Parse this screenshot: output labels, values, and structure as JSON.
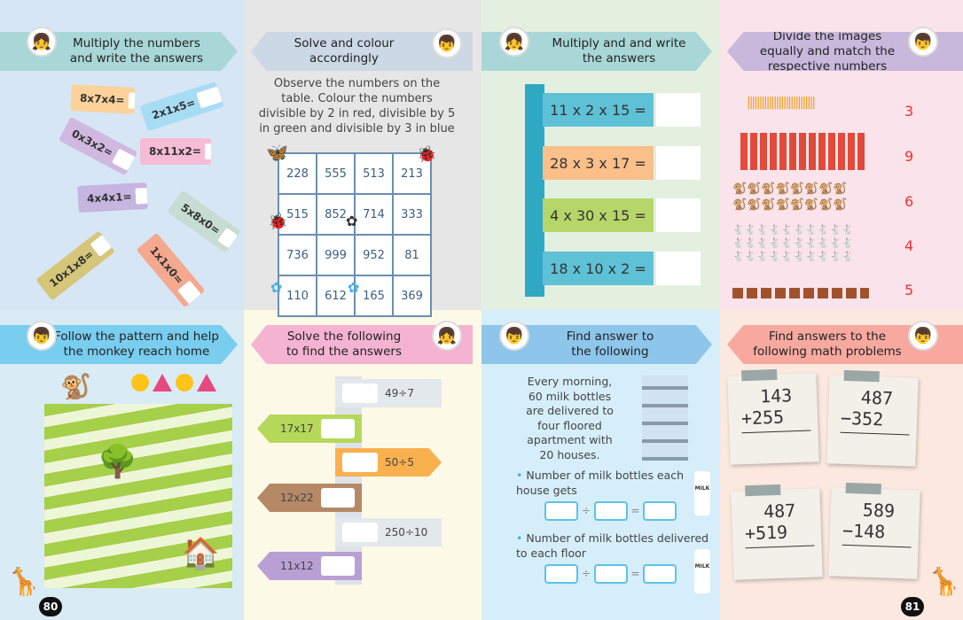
{
  "pages": {
    "left": "80",
    "right": "81"
  },
  "sections": [
    {
      "title": "Multiply the numbers and write the answers",
      "tags": [
        "8x7x4=",
        "2x1x5=",
        "0x3x2=",
        "8x11x2=",
        "4x4x1=",
        "5x8x0=",
        "10x1x8=",
        "1x1x0="
      ]
    },
    {
      "title": "Solve and colour accordingly",
      "instructions": "Observe the numbers on the table. Colour the numbers divisible by 2 in red, divisible by 5 in green and divisible by 3 in blue",
      "grid": [
        [
          "228",
          "555",
          "513",
          "213"
        ],
        [
          "515",
          "852",
          "714",
          "333"
        ],
        [
          "736",
          "999",
          "952",
          "81"
        ],
        [
          "110",
          "612",
          "165",
          "369"
        ]
      ]
    },
    {
      "title": "Multiply and and write the answers",
      "equations": [
        "11 x 2 x 15 =",
        "28 x 3 x 17 =",
        "4 x 30 x 15 =",
        "18 x 10 x 2 ="
      ]
    },
    {
      "title": "Divide the images equally and match the respective numbers",
      "numbers": [
        "3",
        "9",
        "6",
        "4",
        "5"
      ],
      "rows": [
        "pencils",
        "bags",
        "monkeys",
        "rabbits",
        "baskets"
      ]
    },
    {
      "title": "Follow the pattern and help the monkey reach home",
      "pattern": [
        "circle",
        "triangle",
        "circle",
        "triangle"
      ]
    },
    {
      "title": "Solve the following to find the answers",
      "signs": [
        "49÷7",
        "17x17",
        "50÷5",
        "12x22",
        "250÷10",
        "11x12"
      ]
    },
    {
      "title": "Find answer to the following",
      "story": "Every morning, 60 milk bottles are delivered to four floored apartment with 20 houses.",
      "questions": [
        "Number of milk bottles each house gets",
        "Number of milk bottles delivered to each floor"
      ],
      "divide": "÷",
      "equals": "=",
      "milk": "MILK"
    },
    {
      "title": "Find answers to the following math problems",
      "problems": [
        {
          "top": "143",
          "bottom": "255",
          "op": "+"
        },
        {
          "top": "487",
          "bottom": "352",
          "op": "−"
        },
        {
          "top": "487",
          "bottom": "519",
          "op": "+"
        },
        {
          "top": "589",
          "bottom": "148",
          "op": "−"
        }
      ]
    }
  ],
  "colors": {
    "blue": "#d6e6f5",
    "gray": "#e6e6e6",
    "green": "#e3f0e0",
    "pink": "#fae3ea",
    "cream": "#fdf9e7",
    "sky": "#d5eefa",
    "peach": "#fbe8df"
  }
}
